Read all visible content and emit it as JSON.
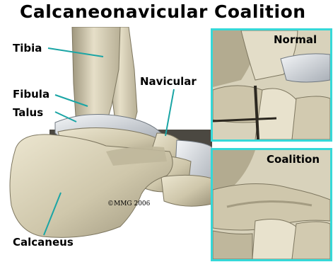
{
  "title": "Calcaneonavicular Coalition",
  "labels": {
    "tibia": "Tibia",
    "fibula": "Fibula",
    "talus": "Talus",
    "navicular": "Navicular",
    "calcaneus": "Calcaneus"
  },
  "copyright": "©MMG 2006",
  "panels": {
    "normal": "Normal",
    "coalition": "Coalition"
  },
  "colors": {
    "bone": "#d6ceb4",
    "bone_shadow": "#8f8770",
    "panel_border": "#35d8d8",
    "leader_line": "#1aa5a5"
  }
}
